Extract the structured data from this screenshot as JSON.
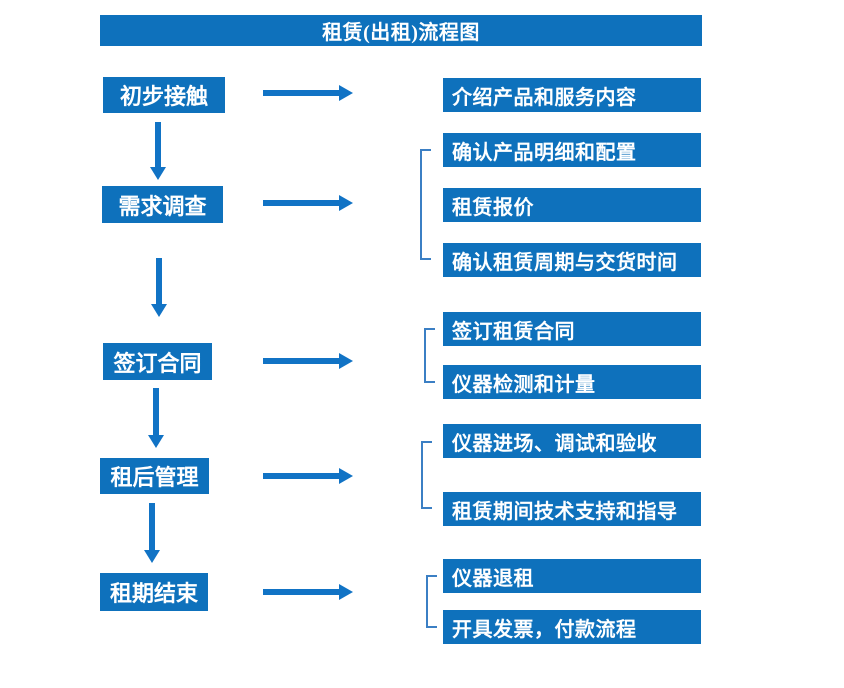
{
  "title": "租赁(出租)流程图",
  "colors": {
    "primary": "#0e71bc",
    "arrow": "#1173c5",
    "bracket": "#3b7fc4"
  },
  "steps": [
    {
      "label": "初步接触",
      "details": [
        "介绍产品和服务内容"
      ]
    },
    {
      "label": "需求调查",
      "details": [
        "确认产品明细和配置",
        "租赁报价",
        "确认租赁周期与交货时间"
      ]
    },
    {
      "label": "签订合同",
      "details": [
        "签订租赁合同",
        "仪器检测和计量"
      ]
    },
    {
      "label": "租后管理",
      "details": [
        "仪器进场、调试和验收",
        "租赁期间技术支持和指导"
      ]
    },
    {
      "label": "租期结束",
      "details": [
        "仪器退租",
        "开具发票，付款流程"
      ]
    }
  ]
}
